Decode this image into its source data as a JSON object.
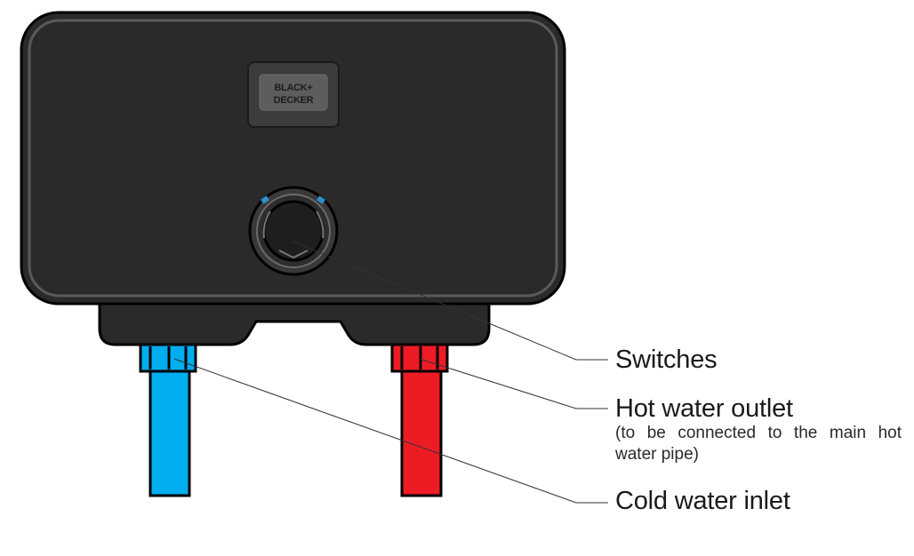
{
  "brand": {
    "logo_line1": "BLACK+",
    "logo_line2": "DECKER"
  },
  "callouts": {
    "switches": "Switches",
    "hot_outlet": "Hot water outlet",
    "hot_outlet_note": "(to be connected to the main hot water pipe)",
    "cold_inlet": "Cold water inlet"
  },
  "colors": {
    "body": "#2b292a",
    "body_outline": "#545454",
    "cold_pipe": "#00aeef",
    "hot_pipe": "#ed1c24",
    "leader_line": "#333333",
    "indicator": "#2f8fcc"
  }
}
